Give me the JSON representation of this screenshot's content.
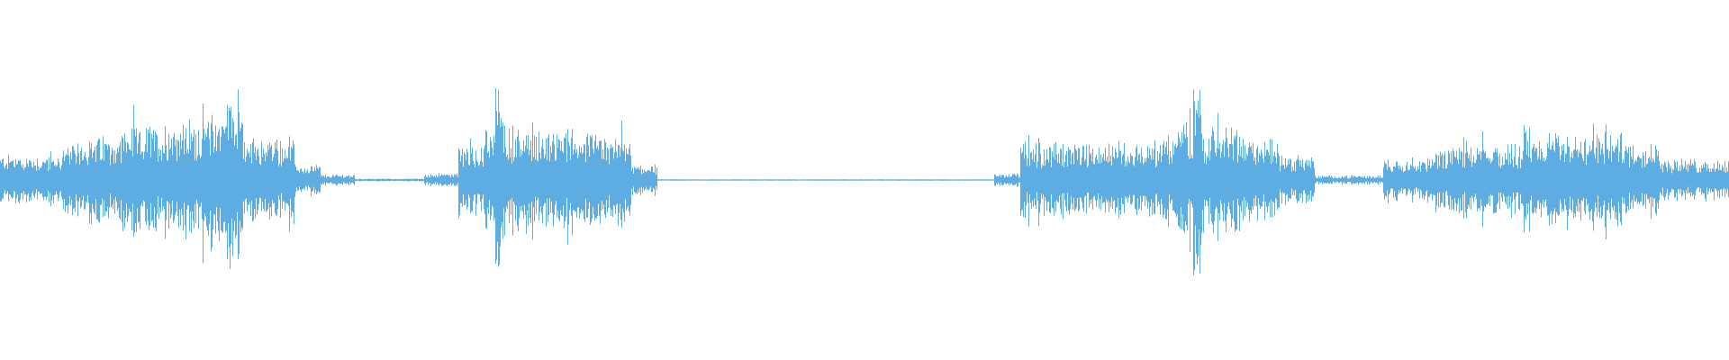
{
  "waveform": {
    "color": "#5dade2",
    "background": "#ffffff",
    "segments": [
      {
        "start": 0.0,
        "end": 0.035,
        "level": 0.22
      },
      {
        "start": 0.035,
        "end": 0.045,
        "level": 0.3
      },
      {
        "start": 0.045,
        "end": 0.07,
        "level": 0.38
      },
      {
        "start": 0.07,
        "end": 0.095,
        "level": 0.46
      },
      {
        "start": 0.095,
        "end": 0.12,
        "level": 0.52
      },
      {
        "start": 0.12,
        "end": 0.13,
        "level": 0.62
      },
      {
        "start": 0.13,
        "end": 0.14,
        "level": 0.78
      },
      {
        "start": 0.14,
        "end": 0.145,
        "level": 0.35
      },
      {
        "start": 0.145,
        "end": 0.17,
        "level": 0.36
      },
      {
        "start": 0.17,
        "end": 0.185,
        "level": 0.14
      },
      {
        "start": 0.185,
        "end": 0.205,
        "level": 0.05
      },
      {
        "start": 0.205,
        "end": 0.245,
        "level": 0.015
      },
      {
        "start": 0.245,
        "end": 0.265,
        "level": 0.06
      },
      {
        "start": 0.265,
        "end": 0.28,
        "level": 0.34
      },
      {
        "start": 0.28,
        "end": 0.285,
        "level": 0.5
      },
      {
        "start": 0.285,
        "end": 0.29,
        "level": 0.85
      },
      {
        "start": 0.29,
        "end": 0.295,
        "level": 0.5
      },
      {
        "start": 0.295,
        "end": 0.33,
        "level": 0.42
      },
      {
        "start": 0.33,
        "end": 0.365,
        "level": 0.38
      },
      {
        "start": 0.365,
        "end": 0.38,
        "level": 0.14
      },
      {
        "start": 0.38,
        "end": 0.575,
        "level": 0.008
      },
      {
        "start": 0.575,
        "end": 0.59,
        "level": 0.06
      },
      {
        "start": 0.59,
        "end": 0.64,
        "level": 0.32
      },
      {
        "start": 0.64,
        "end": 0.68,
        "level": 0.34
      },
      {
        "start": 0.68,
        "end": 0.69,
        "level": 0.5
      },
      {
        "start": 0.69,
        "end": 0.695,
        "level": 0.95
      },
      {
        "start": 0.695,
        "end": 0.72,
        "level": 0.44
      },
      {
        "start": 0.72,
        "end": 0.74,
        "level": 0.36
      },
      {
        "start": 0.74,
        "end": 0.76,
        "level": 0.22
      },
      {
        "start": 0.76,
        "end": 0.8,
        "level": 0.04
      },
      {
        "start": 0.8,
        "end": 0.83,
        "level": 0.2
      },
      {
        "start": 0.83,
        "end": 0.88,
        "level": 0.3
      },
      {
        "start": 0.88,
        "end": 0.94,
        "level": 0.4
      },
      {
        "start": 0.94,
        "end": 0.96,
        "level": 0.34
      },
      {
        "start": 0.96,
        "end": 1.0,
        "level": 0.18
      }
    ]
  }
}
